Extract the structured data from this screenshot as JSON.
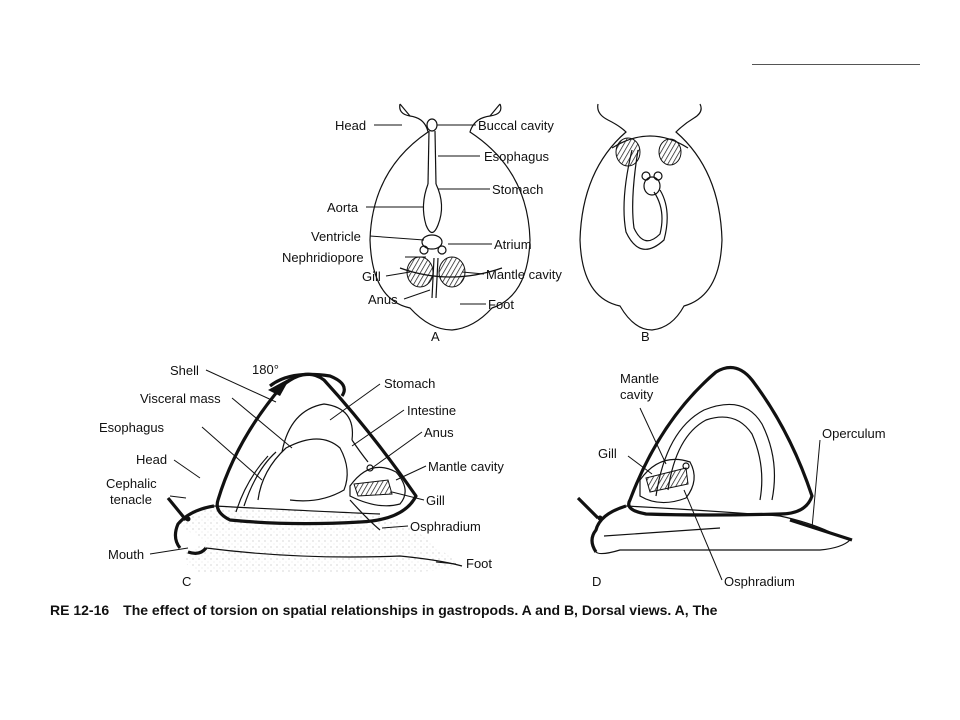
{
  "panels": {
    "a": {
      "letter": "A",
      "labels": {
        "head": "Head",
        "buccal_cavity": "Buccal cavity",
        "esophagus": "Esophagus",
        "stomach": "Stomach",
        "aorta": "Aorta",
        "ventricle": "Ventricle",
        "atrium": "Atrium",
        "nephridiopore": "Nephridiopore",
        "gill": "Gill",
        "mantle_cavity": "Mantle cavity",
        "anus": "Anus",
        "foot": "Foot"
      }
    },
    "b": {
      "letter": "B"
    },
    "c": {
      "letter": "C",
      "labels": {
        "shell": "Shell",
        "rotation": "180°",
        "visceral_mass": "Visceral mass",
        "esophagus": "Esophagus",
        "head": "Head",
        "cephalic_line1": "Cephalic",
        "cephalic_line2": "tenacle",
        "mouth": "Mouth",
        "stomach": "Stomach",
        "intestine": "Intestine",
        "anus": "Anus",
        "mantle_cavity": "Mantle cavity",
        "gill": "Gill",
        "osphradium": "Osphradium",
        "foot": "Foot"
      }
    },
    "d": {
      "letter": "D",
      "labels": {
        "mantle_line1": "Mantle",
        "mantle_line2": "cavity",
        "gill": "Gill",
        "operculum": "Operculum",
        "osphradium": "Osphradium"
      }
    }
  },
  "caption": {
    "figure": "RE 12-16",
    "text": "The effect of torsion on spatial relationships in gastropods. A and B, Dorsal views. A, The"
  }
}
